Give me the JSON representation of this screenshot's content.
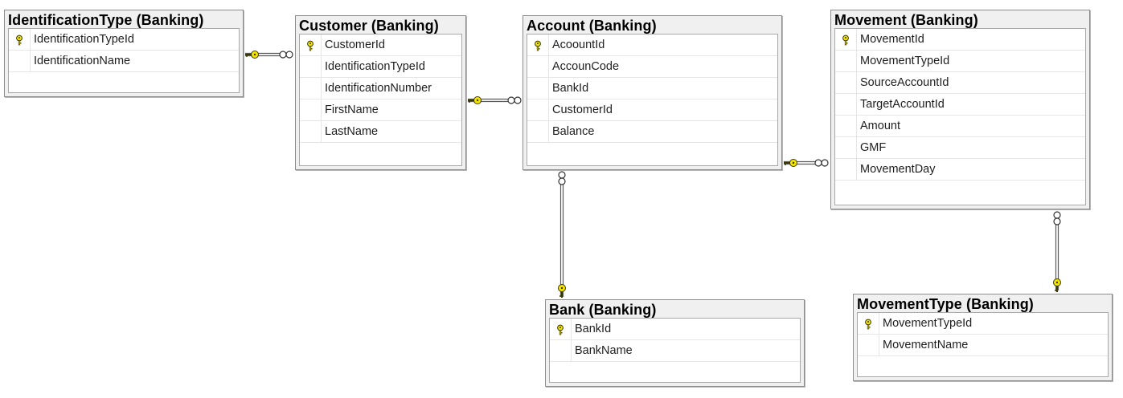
{
  "tables": {
    "identification_type": {
      "title": "IdentificationType (Banking)",
      "columns": [
        {
          "name": "IdentificationTypeId",
          "pk": true
        },
        {
          "name": "IdentificationName",
          "pk": false
        }
      ]
    },
    "customer": {
      "title": "Customer (Banking)",
      "columns": [
        {
          "name": "CustomerId",
          "pk": true
        },
        {
          "name": "IdentificationTypeId",
          "pk": false
        },
        {
          "name": "IdentificationNumber",
          "pk": false
        },
        {
          "name": "FirstName",
          "pk": false
        },
        {
          "name": "LastName",
          "pk": false
        }
      ]
    },
    "account": {
      "title": "Account (Banking)",
      "columns": [
        {
          "name": "AcoountId",
          "pk": true
        },
        {
          "name": "AccounCode",
          "pk": false
        },
        {
          "name": "BankId",
          "pk": false
        },
        {
          "name": "CustomerId",
          "pk": false
        },
        {
          "name": "Balance",
          "pk": false
        }
      ]
    },
    "movement": {
      "title": "Movement (Banking)",
      "columns": [
        {
          "name": "MovementId",
          "pk": true
        },
        {
          "name": "MovementTypeId",
          "pk": false
        },
        {
          "name": "SourceAccountId",
          "pk": false
        },
        {
          "name": "TargetAccountId",
          "pk": false
        },
        {
          "name": "Amount",
          "pk": false
        },
        {
          "name": "GMF",
          "pk": false
        },
        {
          "name": "MovementDay",
          "pk": false
        }
      ]
    },
    "bank": {
      "title": "Bank (Banking)",
      "columns": [
        {
          "name": "BankId",
          "pk": true
        },
        {
          "name": "BankName",
          "pk": false
        }
      ]
    },
    "movement_type": {
      "title": "MovementType (Banking)",
      "columns": [
        {
          "name": "MovementTypeId",
          "pk": true
        },
        {
          "name": "MovementName",
          "pk": false
        }
      ]
    }
  },
  "relationships": [
    {
      "one": "identification_type",
      "many": "customer"
    },
    {
      "one": "customer",
      "many": "account"
    },
    {
      "one": "bank",
      "many": "account"
    },
    {
      "one": "account",
      "many": "movement"
    },
    {
      "one": "movement_type",
      "many": "movement"
    }
  ],
  "icons": {
    "primary_key": "key-icon",
    "one_end": "key-icon",
    "many_end": "infinity-icon"
  },
  "colors": {
    "key_fill": "#f5e400",
    "key_stroke": "#3a3a00",
    "line": "#5a5a5a"
  }
}
